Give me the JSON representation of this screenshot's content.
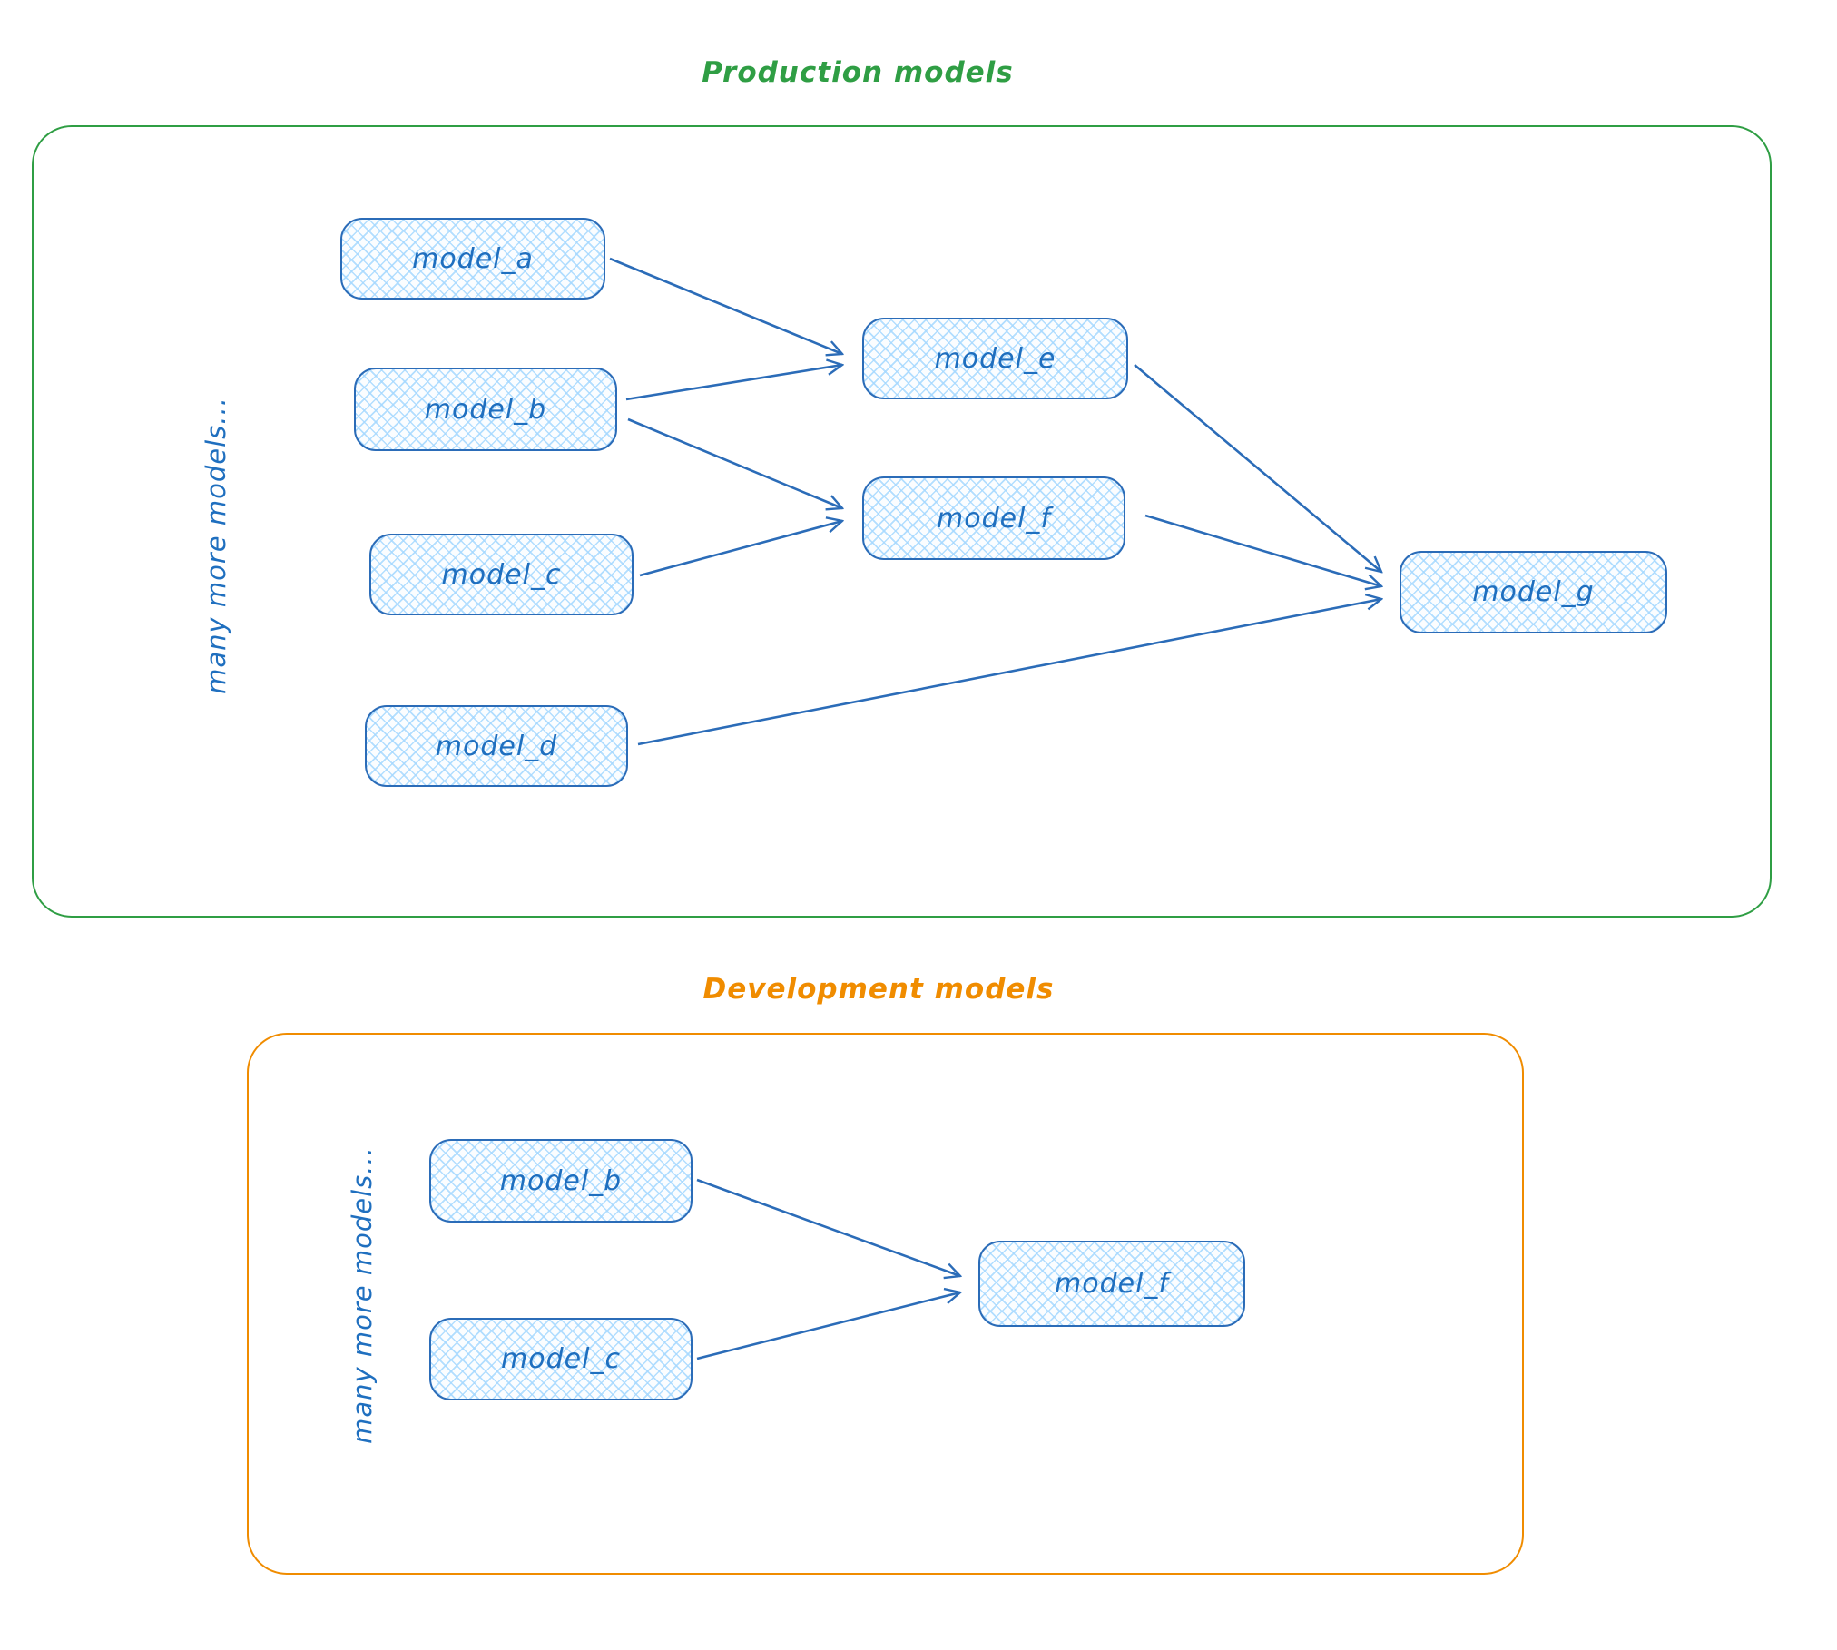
{
  "production": {
    "title": "Production models",
    "side_label": "many more models...",
    "nodes": {
      "a": {
        "label": "model_a"
      },
      "b": {
        "label": "model_b"
      },
      "c": {
        "label": "model_c"
      },
      "d": {
        "label": "model_d"
      },
      "e": {
        "label": "model_e"
      },
      "f": {
        "label": "model_f"
      },
      "g": {
        "label": "model_g"
      }
    },
    "edges": [
      {
        "from": "model_a",
        "to": "model_e"
      },
      {
        "from": "model_b",
        "to": "model_e"
      },
      {
        "from": "model_b",
        "to": "model_f"
      },
      {
        "from": "model_c",
        "to": "model_f"
      },
      {
        "from": "model_e",
        "to": "model_g"
      },
      {
        "from": "model_f",
        "to": "model_g"
      },
      {
        "from": "model_d",
        "to": "model_g"
      }
    ]
  },
  "development": {
    "title": "Development models",
    "side_label": "many more models...",
    "nodes": {
      "b": {
        "label": "model_b"
      },
      "c": {
        "label": "model_c"
      },
      "f": {
        "label": "model_f"
      }
    },
    "edges": [
      {
        "from": "model_b",
        "to": "model_f"
      },
      {
        "from": "model_c",
        "to": "model_f"
      }
    ]
  },
  "colors": {
    "production_accent": "#2f9e44",
    "development_accent": "#f08c00",
    "node_stroke": "#2b6cb8",
    "node_text": "#1f6fbf",
    "node_fill_hatch": "#a5d8ff"
  }
}
